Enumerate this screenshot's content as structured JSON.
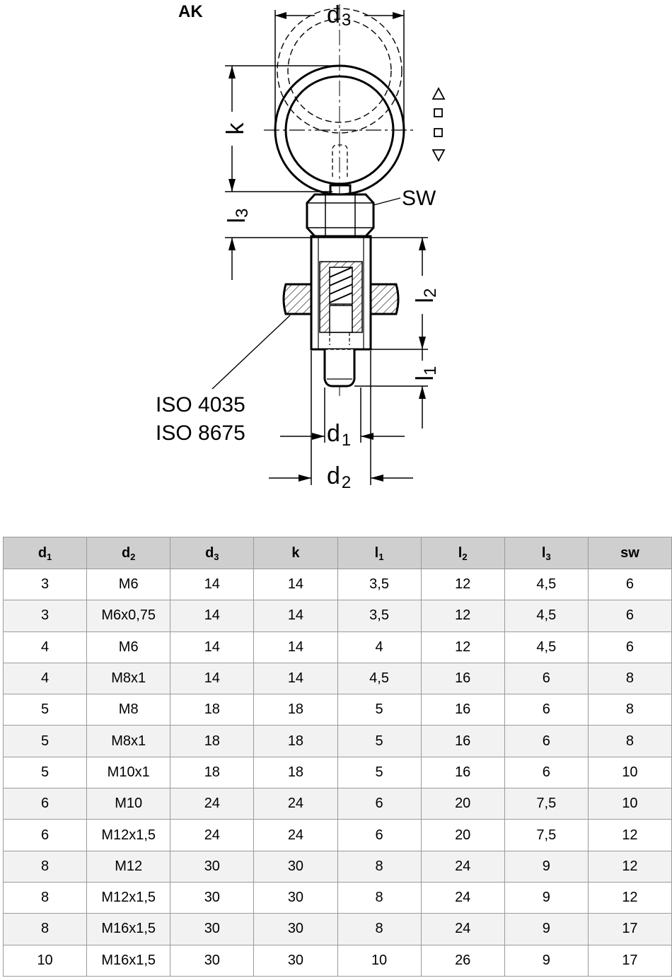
{
  "drawing": {
    "variant_label": "AK",
    "dimension_labels": {
      "d3": {
        "base": "d",
        "sub": "3"
      },
      "k": "k",
      "l3": {
        "base": "l",
        "sub": "3"
      },
      "sw": "SW",
      "l2": {
        "base": "l",
        "sub": "2"
      },
      "l1": {
        "base": "l",
        "sub": "1"
      },
      "d1": {
        "base": "d",
        "sub": "1"
      },
      "d2": {
        "base": "d",
        "sub": "2"
      }
    },
    "standards": [
      "ISO 4035",
      "ISO 8675"
    ]
  },
  "table": {
    "headers": [
      {
        "base": "d",
        "sub": "1"
      },
      {
        "base": "d",
        "sub": "2"
      },
      {
        "base": "d",
        "sub": "3"
      },
      {
        "base": "k",
        "sub": ""
      },
      {
        "base": "l",
        "sub": "1"
      },
      {
        "base": "l",
        "sub": "2"
      },
      {
        "base": "l",
        "sub": "3"
      },
      {
        "base": "sw",
        "sub": ""
      }
    ],
    "rows": [
      [
        "3",
        "M6",
        "14",
        "14",
        "3,5",
        "12",
        "4,5",
        "6"
      ],
      [
        "3",
        "M6x0,75",
        "14",
        "14",
        "3,5",
        "12",
        "4,5",
        "6"
      ],
      [
        "4",
        "M6",
        "14",
        "14",
        "4",
        "12",
        "4,5",
        "6"
      ],
      [
        "4",
        "M8x1",
        "14",
        "14",
        "4,5",
        "16",
        "6",
        "8"
      ],
      [
        "5",
        "M8",
        "18",
        "18",
        "5",
        "16",
        "6",
        "8"
      ],
      [
        "5",
        "M8x1",
        "18",
        "18",
        "5",
        "16",
        "6",
        "8"
      ],
      [
        "5",
        "M10x1",
        "18",
        "18",
        "5",
        "16",
        "6",
        "10"
      ],
      [
        "6",
        "M10",
        "24",
        "24",
        "6",
        "20",
        "7,5",
        "10"
      ],
      [
        "6",
        "M12x1,5",
        "24",
        "24",
        "6",
        "20",
        "7,5",
        "12"
      ],
      [
        "8",
        "M12",
        "30",
        "30",
        "8",
        "24",
        "9",
        "12"
      ],
      [
        "8",
        "M12x1,5",
        "30",
        "30",
        "8",
        "24",
        "9",
        "12"
      ],
      [
        "8",
        "M16x1,5",
        "30",
        "30",
        "8",
        "24",
        "9",
        "17"
      ],
      [
        "10",
        "M16x1,5",
        "30",
        "30",
        "10",
        "26",
        "9",
        "17"
      ]
    ]
  }
}
